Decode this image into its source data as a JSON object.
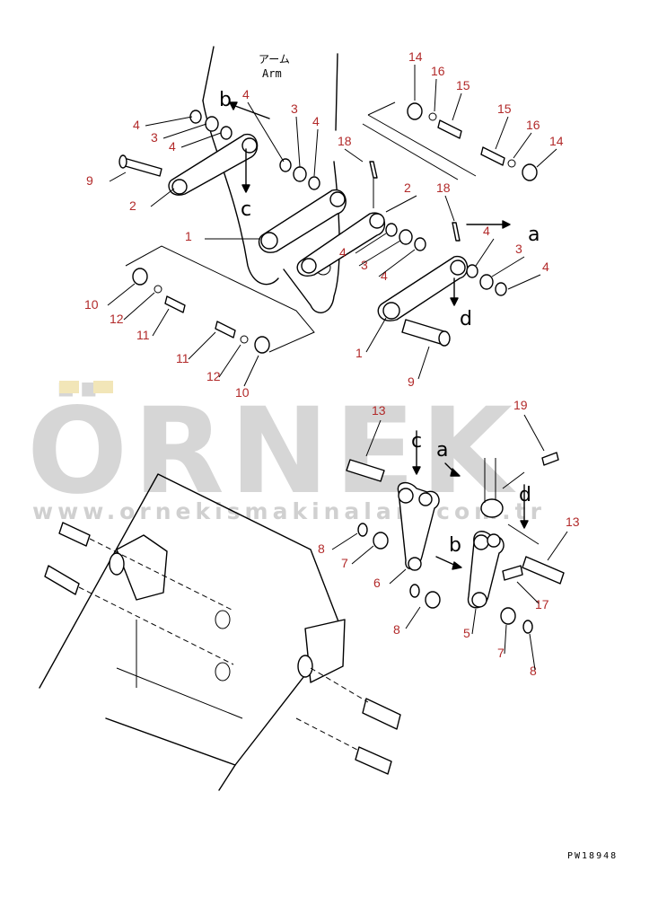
{
  "header": {
    "arm_japanese": "アーム",
    "arm_label": "Arm"
  },
  "drawing_code": "PW18948",
  "watermark": {
    "brand": "ÖRNEK",
    "url": "www.ornekismakinalari.com.tr",
    "accent_color": "#f2e6b8"
  },
  "arrow_labels": {
    "a": "a",
    "b": "b",
    "c": "c",
    "d": "d"
  },
  "part_numbers": {
    "p1": "1",
    "p2": "2",
    "p3": "3",
    "p4": "4",
    "p5": "5",
    "p6": "6",
    "p7": "7",
    "p8": "8",
    "p9": "9",
    "p10": "10",
    "p11": "11",
    "p12": "12",
    "p13": "13",
    "p14": "14",
    "p15": "15",
    "p16": "16",
    "p17": "17",
    "p18": "18",
    "p19": "19"
  },
  "label_color": "#b22a2a"
}
